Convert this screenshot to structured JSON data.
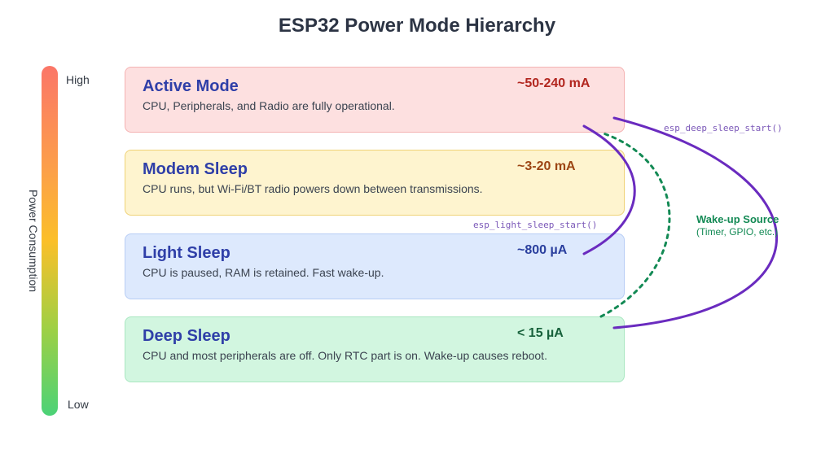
{
  "title": "ESP32 Power Mode Hierarchy",
  "power_axis": {
    "label": "Power Consumption",
    "high": "High",
    "low": "Low",
    "gradient_colors": [
      "#fb7668",
      "#fca049",
      "#fbbf29",
      "#9fd044",
      "#4bd277"
    ]
  },
  "modes": [
    {
      "name": "Active Mode",
      "current": "~50-240 mA",
      "description": "CPU, Peripherals, and Radio are fully operational.",
      "color": "#fde0e0"
    },
    {
      "name": "Modem Sleep",
      "current": "~3-20 mA",
      "description": "CPU runs, but Wi-Fi/BT radio powers down between transmissions.",
      "color": "#fef4cf"
    },
    {
      "name": "Light Sleep",
      "current": "~800 µA",
      "description": "CPU is paused, RAM is retained. Fast wake-up.",
      "color": "#dde9fd"
    },
    {
      "name": "Deep Sleep",
      "current": "< 15 µA",
      "description": "CPU and most peripherals are off. Only RTC part is on. Wake-up causes reboot.",
      "color": "#d2f6e0"
    }
  ],
  "transitions": {
    "light_sleep_call": "esp_light_sleep_start()",
    "deep_sleep_call": "esp_deep_sleep_start()",
    "arrow_color": "#6a2bbf"
  },
  "wakeup": {
    "title": "Wake-up Source",
    "subtitle": "(Timer, GPIO, etc.)",
    "color": "#148a55"
  }
}
